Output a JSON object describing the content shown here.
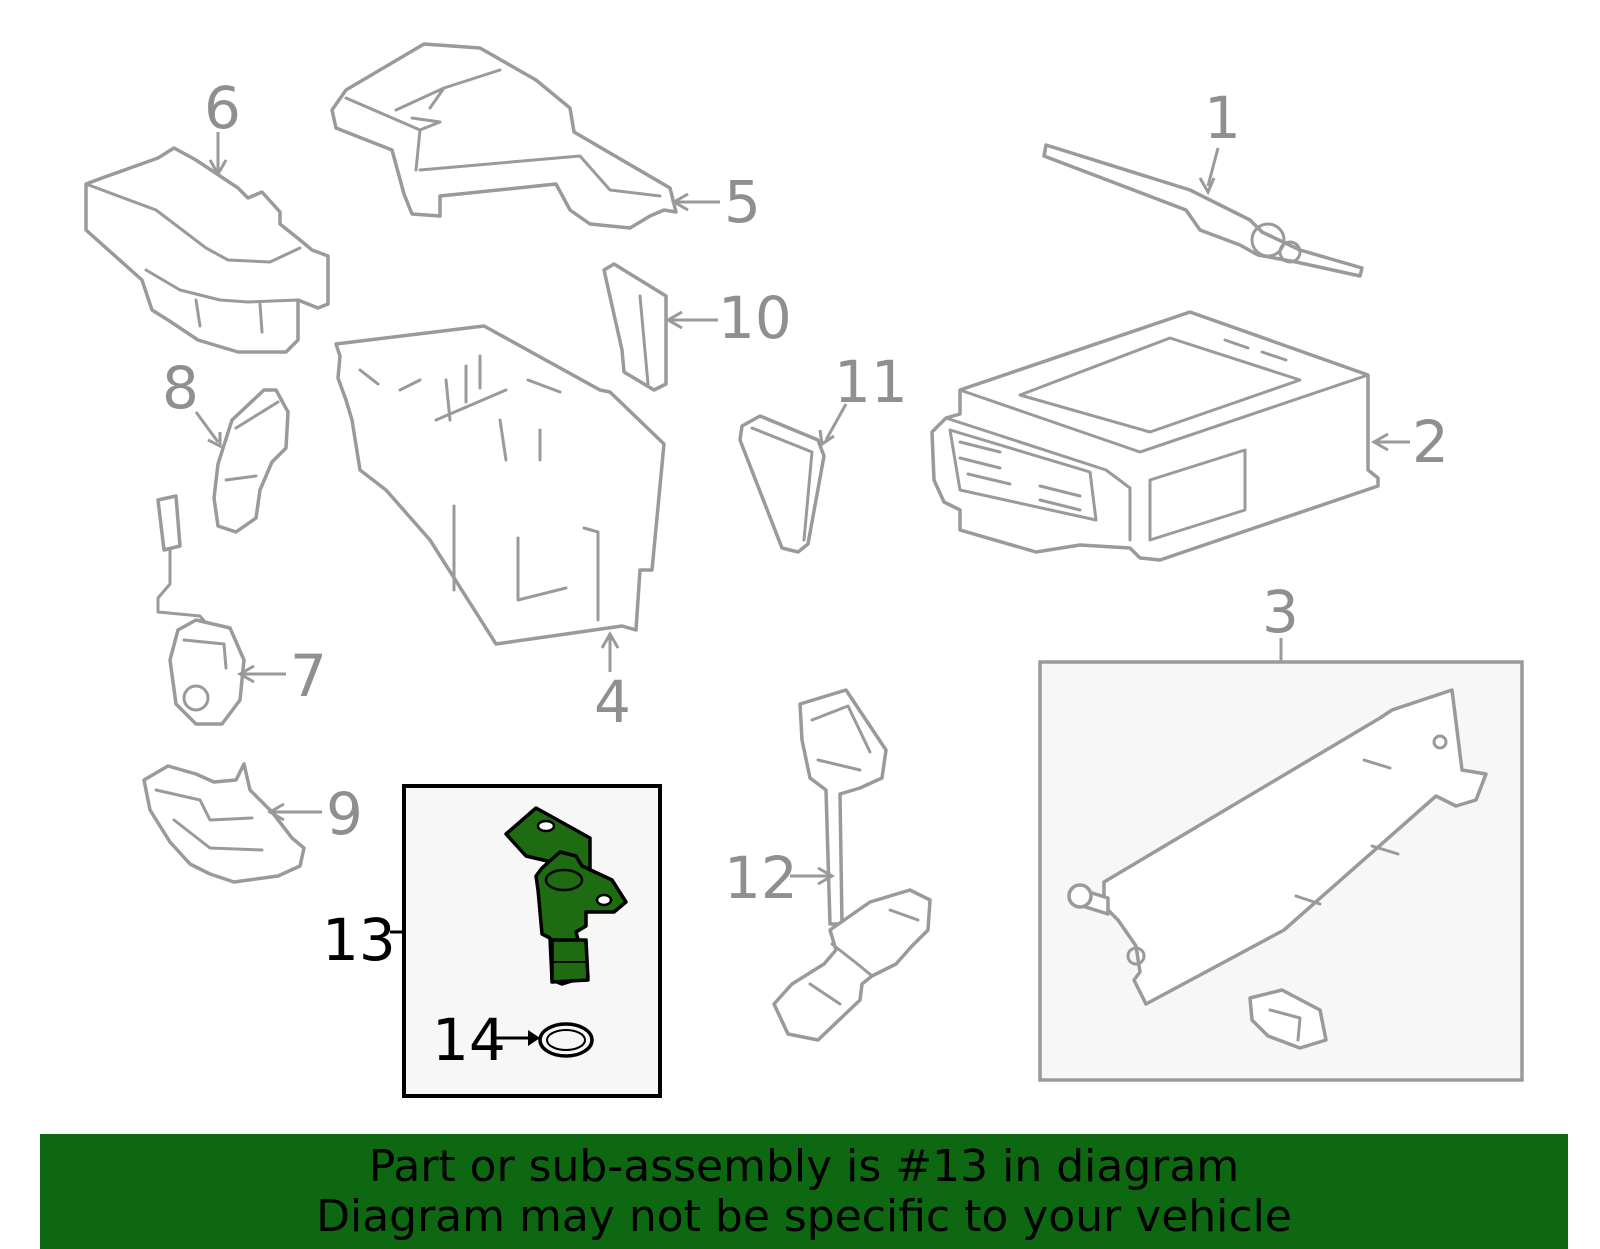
{
  "callouts": {
    "c1": "1",
    "c2": "2",
    "c3": "3",
    "c4": "4",
    "c5": "5",
    "c6": "6",
    "c7": "7",
    "c8": "8",
    "c9": "9",
    "c10": "10",
    "c11": "11",
    "c12": "12",
    "c13": "13",
    "c14": "14"
  },
  "highlight_part": "13",
  "colors": {
    "highlight_fill": "#1f6b12",
    "banner_background": "#0e6811",
    "line_gray": "#9a9a9a",
    "box_fill": "#f7f7f7"
  },
  "banner": {
    "line1": "Part or sub-assembly is #13 in diagram",
    "line2": "Diagram may not be specific to your vehicle"
  }
}
